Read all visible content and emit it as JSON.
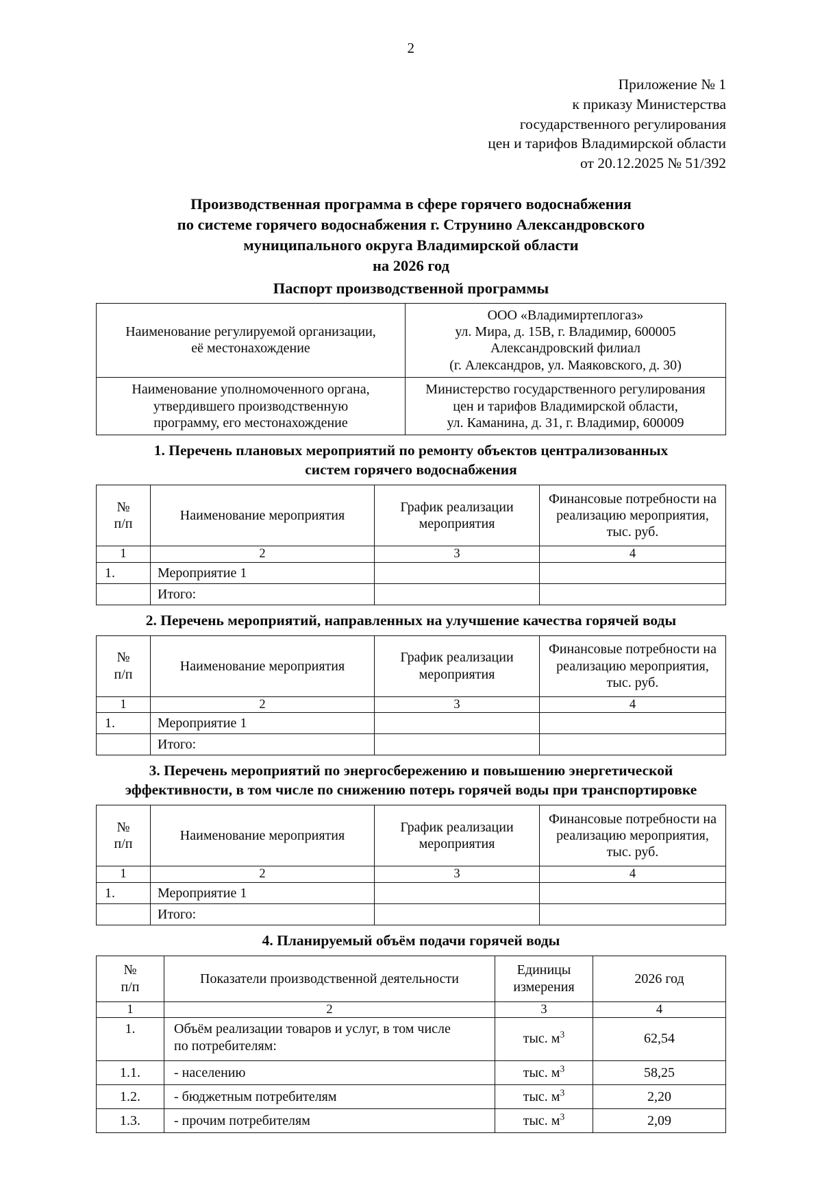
{
  "page": {
    "number": "2"
  },
  "appendix": {
    "lines": [
      "Приложение № 1",
      "к приказу Министерства",
      "государственного регулирования",
      "цен и тарифов Владимирской области",
      "от 20.12.2025 № 51/392"
    ]
  },
  "title": {
    "lines": [
      "Производственная программа в сфере горячего водоснабжения",
      "по системе горячего водоснабжения г. Струнино Александровского",
      "муниципального округа Владимирской области",
      "на 2026 год"
    ],
    "passport": "Паспорт производственной программы"
  },
  "passport_table": {
    "rows": [
      {
        "label": "Наименование регулируемой организации,\nеё местонахождение",
        "value": "ООО «Владимиртеплогаз»\nул. Мира, д. 15В, г. Владимир, 600005\nАлександровский филиал\n(г. Александров, ул. Маяковского, д. 30)"
      },
      {
        "label": "Наименование уполномоченного органа,\nутвердившего производственную\nпрограмму, его местонахождение",
        "value": "Министерство государственного регулирования\nцен и тарифов Владимирской области,\nул. Каманина, д. 31, г. Владимир, 600009"
      }
    ]
  },
  "section1": {
    "heading": "1. Перечень плановых мероприятий по ремонту объектов централизованных\nсистем горячего водоснабжения",
    "headers": {
      "num": "№\nп/п",
      "name": "Наименование мероприятия",
      "schedule": "График реализации\nмероприятия",
      "finance": "Финансовые потребности на\nреализацию мероприятия,\nтыс. руб."
    },
    "numbering": [
      "1",
      "2",
      "3",
      "4"
    ],
    "rows": [
      {
        "num": "1.",
        "name": "Мероприятие 1",
        "schedule": "",
        "finance": ""
      },
      {
        "num": "",
        "name": "Итого:",
        "schedule": "",
        "finance": ""
      }
    ]
  },
  "section2": {
    "heading": "2. Перечень мероприятий, направленных на улучшение качества горячей воды",
    "headers": {
      "num": "№\nп/п",
      "name": "Наименование мероприятия",
      "schedule": "График реализации\nмероприятия",
      "finance": "Финансовые потребности на\nреализацию мероприятия,\nтыс. руб."
    },
    "numbering": [
      "1",
      "2",
      "3",
      "4"
    ],
    "rows": [
      {
        "num": "1.",
        "name": "Мероприятие 1",
        "schedule": "",
        "finance": ""
      },
      {
        "num": "",
        "name": "Итого:",
        "schedule": "",
        "finance": ""
      }
    ]
  },
  "section3": {
    "heading": "3. Перечень мероприятий по энергосбережению и повышению энергетической\nэффективности, в том числе по снижению потерь горячей воды при транспортировке",
    "headers": {
      "num": "№\nп/п",
      "name": "Наименование мероприятия",
      "schedule": "График реализации\nмероприятия",
      "finance": "Финансовые потребности на\nреализацию мероприятия,\nтыс. руб."
    },
    "numbering": [
      "1",
      "2",
      "3",
      "4"
    ],
    "rows": [
      {
        "num": "1.",
        "name": "Мероприятие 1",
        "schedule": "",
        "finance": ""
      },
      {
        "num": "",
        "name": "Итого:",
        "schedule": "",
        "finance": ""
      }
    ]
  },
  "section4": {
    "heading": "4. Планируемый объём подачи горячей воды",
    "headers": {
      "num": "№\nп/п",
      "name": "Показатели производственной деятельности",
      "unit": "Единицы\nизмерения",
      "year": "2026 год"
    },
    "numbering": [
      "1",
      "2",
      "3",
      "4"
    ],
    "rows": [
      {
        "num": "1.",
        "name": "Объём реализации товаров и услуг, в том числе\nпо потребителям:",
        "unit_base": "тыс. м",
        "unit_sup": "3",
        "value": "62,54",
        "bold": true
      },
      {
        "num": "1.1.",
        "name": "- населению",
        "unit_base": "тыс. м",
        "unit_sup": "3",
        "value": "58,25",
        "bold": false
      },
      {
        "num": "1.2.",
        "name": "- бюджетным потребителям",
        "unit_base": "тыс. м",
        "unit_sup": "3",
        "value": "2,20",
        "bold": false
      },
      {
        "num": "1.3.",
        "name": "- прочим потребителям",
        "unit_base": "тыс. м",
        "unit_sup": "3",
        "value": "2,09",
        "bold": false
      }
    ]
  }
}
